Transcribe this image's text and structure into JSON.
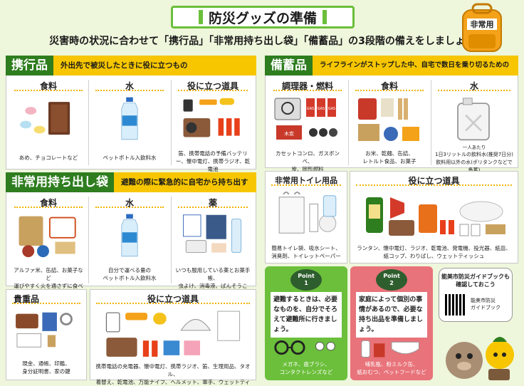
{
  "header": {
    "title": "防災グッズの準備",
    "subtitle": "災害時の状況に合わせて「携行品」「非常用持ち出し袋」「備蓄品」の3段階の備えをしましょう",
    "backpack_label": "非常用"
  },
  "carry": {
    "title": "携行品",
    "desc": "外出先で被災したときに役に立つもの",
    "cols": [
      {
        "title": "食料",
        "caption": "あめ、チョコレートなど"
      },
      {
        "title": "水",
        "caption": "ペットボトル入飲料水"
      },
      {
        "title": "役に立つ道具",
        "caption": "笛、携帯電話の予備バッテリー、懐中電灯、携帯ラジオ、乾電池"
      }
    ]
  },
  "emergency_bag": {
    "title": "非常用持ち出し袋",
    "desc": "避難の際に緊急的に自宅から持ち出すもの",
    "cols": [
      {
        "title": "食料",
        "caption": "アルファ米、缶詰、お菓子など\n運びやすく火を通さずに食べられるもの"
      },
      {
        "title": "水",
        "caption": "自分で運べる量の\nペットボトル入飲料水"
      },
      {
        "title": "薬",
        "caption": "いつも服用している薬とお薬手帳、\n虫よけ、消毒液、ばんそうこう、かぜ薬"
      }
    ]
  },
  "valuables": {
    "title": "貴重品",
    "caption": "現金、通帳、印鑑、\n身分証明書、家の鍵"
  },
  "bag_tools": {
    "title": "役に立つ道具",
    "caption": "携帯電話の充電器、懐中電灯、携帯ラジオ、笛、生理用品、タオル、\n着替え、乾電池、万能ナイフ、ヘルメット、軍手、ウェットティッシュ"
  },
  "stockpile": {
    "title": "備蓄品",
    "desc": "ライフラインがストップした中、自宅で数日を乗り切るためのもの",
    "cols": [
      {
        "title": "調理器・燃料",
        "caption": "カセットコンロ、ガスボンベ、\n炭、固形燃料"
      },
      {
        "title": "食料",
        "caption": "お米、乾麺、缶詰、\nレトルト食品、お菓子"
      },
      {
        "title": "水",
        "caption": "1日3リットルの飲料水(推奨7日分)\n飲料用以外の水(ポリタンクなどで备蓄)"
      }
    ],
    "tank_label": "一人あたり",
    "gas_label": "GAS",
    "charcoal_label": "木炭"
  },
  "toilet": {
    "title": "非常用トイレ用品",
    "caption": "簡易トイレ袋、吸水シート、\n消臭剤、トイレットペーパー"
  },
  "stock_tools": {
    "title": "役に立つ道具",
    "caption": "ランタン、懐中電灯、ラジオ、乾電池、発電機、投光器、紙皿、\n紙コップ、わりばし、ウェットティッシュ"
  },
  "point1": {
    "badge": "Point\n1",
    "text": "避難するときは、必要なものを、自分でそろえて避難所に行きましょう。",
    "caption": "メガネ、歯ブラシ、\nコンタクトレンズなど"
  },
  "point2": {
    "badge": "Point\n2",
    "text": "家庭によって個別の事情があるので、必要な持ち出品を準備しましょう。",
    "caption": "哺乳瓶、粉ミルク缶、\n紙おむつ、ペットフードなど"
  },
  "guide": {
    "text": "能美市防災ガイドブックも\n確認しておこう",
    "sub": "能美市防災\nガイドブック"
  },
  "colors": {
    "green": "#2e7d1f",
    "yellow": "#f7c600",
    "point1_bg": "#6bbf3a",
    "point2_bg": "#e8737a",
    "bg": "#eef6dc"
  }
}
